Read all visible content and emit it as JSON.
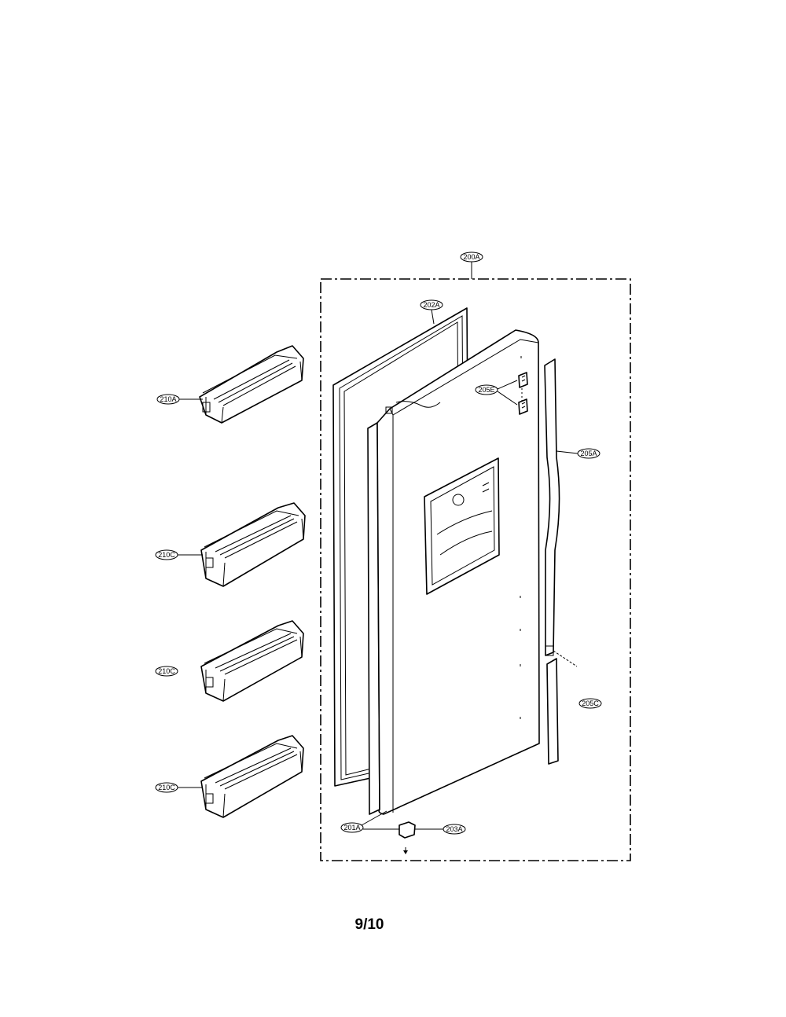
{
  "labels": {
    "door_assembly": "200A",
    "gasket": "202A",
    "basket_top": "210A",
    "basket_2": "210C",
    "basket_3": "210C",
    "basket_4": "210C",
    "hinge_bracket": "205E",
    "handle": "205A",
    "handle_lower": "205C",
    "door_foam": "201A",
    "hinge_cap": "203A"
  },
  "page": {
    "number": "9/10"
  }
}
